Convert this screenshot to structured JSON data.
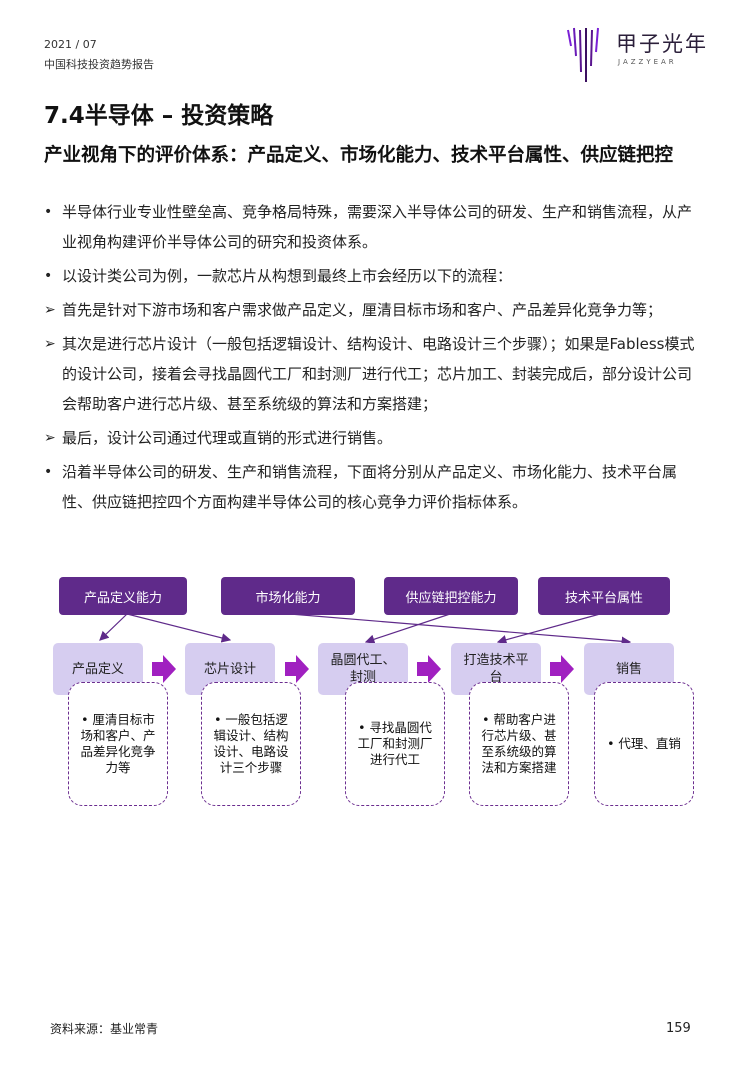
{
  "header": {
    "date": "2021 / 07",
    "report_name": "中国科技投资趋势报告",
    "logo_cn": "甲子光年",
    "logo_en": "JAZZYEAR"
  },
  "title": "7.4半导体 – 投资策略",
  "subtitle": "产业视角下的评价体系：产品定义、市场化能力、技术平台属性、供应链把控",
  "paragraphs": [
    {
      "marker": "•",
      "text": "半导体行业专业性壁垒高、竞争格局特殊，需要深入半导体公司的研发、生产和销售流程，从产业视角构建评价半导体公司的研究和投资体系。"
    },
    {
      "marker": "•",
      "text": "以设计类公司为例，一款芯片从构想到最终上市会经历以下的流程："
    },
    {
      "marker": "➢",
      "text": "首先是针对下游市场和客户需求做产品定义，厘清目标市场和客户、产品差异化竞争力等；"
    },
    {
      "marker": "➢",
      "text": "其次是进行芯片设计（一般包括逻辑设计、结构设计、电路设计三个步骤）；如果是Fabless模式的设计公司，接着会寻找晶圆代工厂和封测厂进行代工；芯片加工、封装完成后，部分设计公司会帮助客户进行芯片级、甚至系统级的算法和方案搭建；"
    },
    {
      "marker": "➢",
      "text": "最后，设计公司通过代理或直销的形式进行销售。"
    },
    {
      "marker": "•",
      "text": "沿着半导体公司的研发、生产和销售流程，下面将分别从产品定义、市场化能力、技术平台属性、供应链把控四个方面构建半导体公司的核心竞争力评价指标体系。"
    }
  ],
  "capabilities": [
    "产品定义能力",
    "市场化能力",
    "供应链把控能力",
    "技术平台属性"
  ],
  "stages": [
    "产品定义",
    "芯片设计",
    "晶圆代工、封测",
    "打造技术平台",
    "销售"
  ],
  "details": [
    "• 厘清目标市场和客户、产品差异化竞争力等",
    "• 一般包括逻辑设计、结构设计、电路设计三个步骤",
    "• 寻找晶圆代工厂和封测厂进行代工",
    "• 帮助客户进行芯片级、甚至系统级的算法和方案搭建",
    "• 代理、直销"
  ],
  "source": "资料来源：基业常青",
  "page_number": "159",
  "colors": {
    "capability_box": "#5f2a8a",
    "stage_box": "#d6cdf0",
    "arrow": "#a020c0",
    "dashed_border": "#6b2d8f"
  }
}
